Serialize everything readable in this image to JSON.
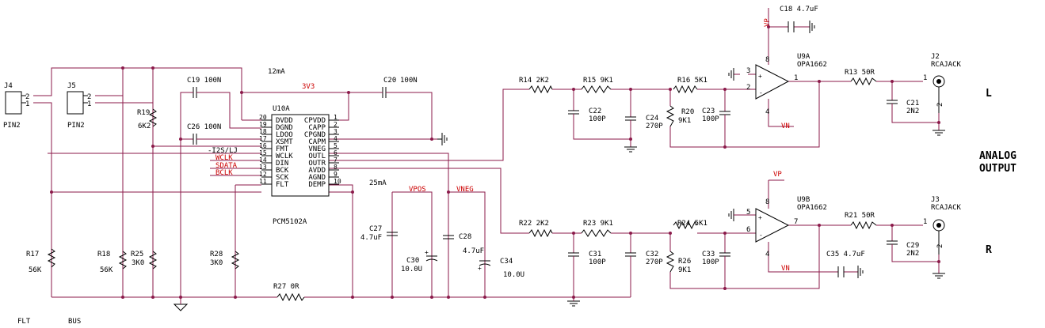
{
  "connectors": {
    "j4": {
      "ref": "J4",
      "value": "PIN2",
      "pin1": "1",
      "pin2": "2"
    },
    "j5": {
      "ref": "J5",
      "value": "PIN2",
      "pin1": "1",
      "pin2": "2"
    },
    "j2": {
      "ref": "J2",
      "value": "RCAJACK",
      "pin1": "1",
      "pin2": "2"
    },
    "j3": {
      "ref": "J3",
      "value": "RCAJACK",
      "pin1": "1",
      "pin2": "2"
    }
  },
  "dac": {
    "ref": "U10A",
    "part": "PCM5102A",
    "left_pins": [
      {
        "num": "20",
        "name": "DVDD"
      },
      {
        "num": "19",
        "name": "DGND"
      },
      {
        "num": "18",
        "name": "LDOO"
      },
      {
        "num": "17",
        "name": "XSMT"
      },
      {
        "num": "16",
        "name": "FMT"
      },
      {
        "num": "15",
        "name": "WCLK"
      },
      {
        "num": "14",
        "name": "DIN"
      },
      {
        "num": "13",
        "name": "BCK"
      },
      {
        "num": "12",
        "name": "SCK"
      },
      {
        "num": "11",
        "name": "FLT"
      }
    ],
    "right_pins": [
      {
        "num": "1",
        "name": "CPVDD"
      },
      {
        "num": "2",
        "name": "CAPP"
      },
      {
        "num": "3",
        "name": "CPGND"
      },
      {
        "num": "4",
        "name": "CAPM"
      },
      {
        "num": "5",
        "name": "VNEG"
      },
      {
        "num": "6",
        "name": "OUTL"
      },
      {
        "num": "7",
        "name": "OUTR"
      },
      {
        "num": "8",
        "name": "AVDD"
      },
      {
        "num": "9",
        "name": "AGND"
      },
      {
        "num": "10",
        "name": "DEMP"
      }
    ]
  },
  "net_labels": {
    "i2s": "-I2S/LJ",
    "wclk": "WCLK",
    "sdata": "SDATA",
    "bclk": "BCLK",
    "v3v3": "3V3",
    "vpos": "VPOS",
    "vneg": "VNEG",
    "vp_top": "VP",
    "vn_a": "VN",
    "vp_b": "VP",
    "vn_b": "VN",
    "current_1": "12mA",
    "current_2": "25mA"
  },
  "opamps": {
    "a": {
      "ref": "U9A",
      "part": "OPA1662",
      "pin_pos": "3",
      "pin_neg": "2",
      "pin_out": "1",
      "pin_vp": "8",
      "pin_vn": "4"
    },
    "b": {
      "ref": "U9B",
      "part": "OPA1662",
      "pin_pos": "5",
      "pin_neg": "6",
      "pin_out": "7",
      "pin_vp": "8",
      "pin_vn": "4"
    }
  },
  "components": {
    "c19": "C19 100N",
    "c26": "C26 100N",
    "c20": "C20",
    "c20v": "100N",
    "c18": "C18 4.7uF",
    "r14": "R14 2K2",
    "r15": "R15 9K1",
    "r16": "R16 5K1",
    "r13": "R13 50R",
    "c22": "C22",
    "c22v": "100P",
    "c24": "C24",
    "c24v": "270P",
    "r20": "R20",
    "r20v": "9K1",
    "c23": "C23",
    "c23v": "100P",
    "c21": "C21",
    "c21v": "2N2",
    "r22": "R22 2K2",
    "r23": "R23 9K1",
    "r24": "R24 5K1",
    "r21": "R21 50R",
    "c31": "C31",
    "c31v": "100P",
    "c32": "C32",
    "c32v": "270P",
    "r26": "R26",
    "r26v": "9K1",
    "c33": "C33",
    "c33v": "100P",
    "c29": "C29",
    "c29v": "2N2",
    "c35": "C35 4.7uF",
    "r19": "R19",
    "r19v": "6K2",
    "r17": "R17",
    "r17v": "56K",
    "r18": "R18",
    "r18v": "56K",
    "r25": "R25",
    "r25v": "3K0",
    "r28": "R28",
    "r28v": "3K0",
    "r27": "R27 0R",
    "c27": "C27",
    "c27v": "4.7uF",
    "c30": "C30",
    "c30v": "10.0U",
    "c28": "C28",
    "c28v": "4.7uF",
    "c34": "C34",
    "c34v": "10.0U"
  },
  "labels": {
    "flt": "FLT",
    "bus": "BUS",
    "analog": "ANALOG",
    "output": "OUTPUT",
    "left": "L",
    "right": "R"
  }
}
